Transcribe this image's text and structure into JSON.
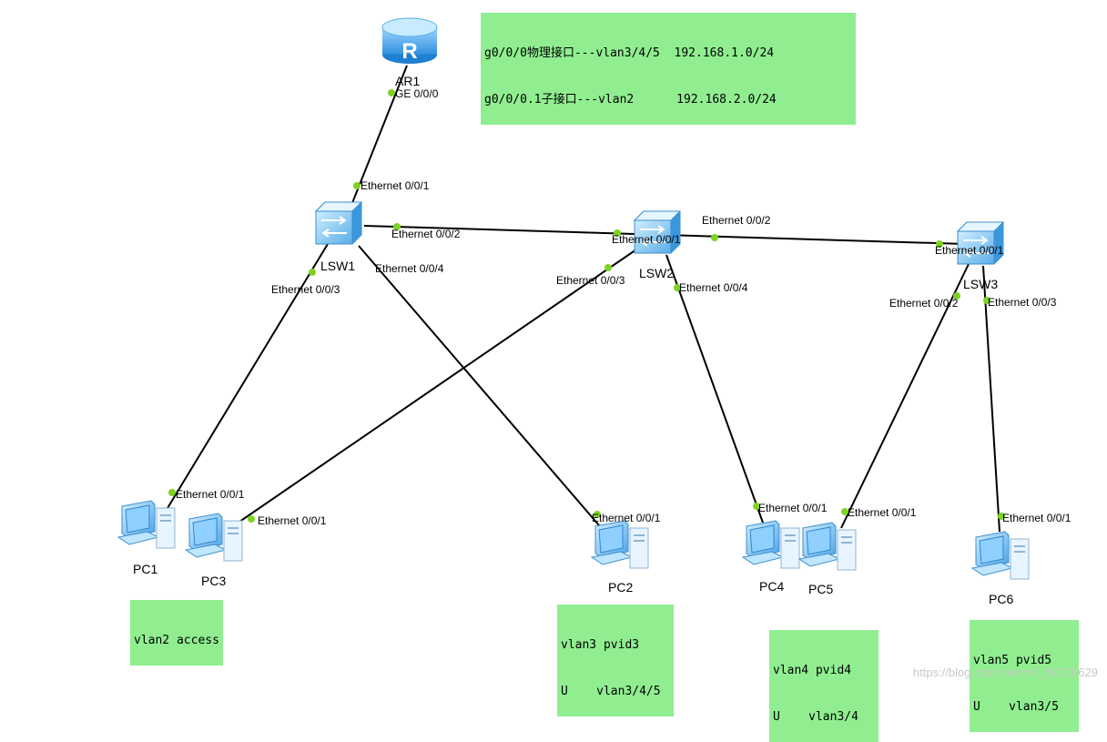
{
  "notes": {
    "router_config": [
      "g0/0/0物理接口---vlan3/4/5  192.168.1.0/24",
      "g0/0/0.1子接口---vlan2      192.168.2.0/24"
    ],
    "pc1_vlan": [
      "vlan2 access"
    ],
    "pc2_vlan": [
      "vlan3 pvid3",
      "U    vlan3/4/5"
    ],
    "pc4_vlan": [
      "vlan4 pvid4",
      "U    vlan3/4"
    ],
    "pc6_vlan": [
      "vlan5 pvid5",
      "U    vlan3/5"
    ]
  },
  "devices": {
    "ar1": "AR1",
    "lsw1": "LSW1",
    "lsw2": "LSW2",
    "lsw3": "LSW3",
    "pc1": "PC1",
    "pc2": "PC2",
    "pc3": "PC3",
    "pc4": "PC4",
    "pc5": "PC5",
    "pc6": "PC6"
  },
  "ports": {
    "ar1_ge000": "GE 0/0/0",
    "lsw1_e001": "Ethernet 0/0/1",
    "lsw1_e002": "Ethernet 0/0/2",
    "lsw1_e003": "Ethernet 0/0/3",
    "lsw1_e004": "Ethernet 0/0/4",
    "lsw2_e001": "Ethernet 0/0/1",
    "lsw2_e002": "Ethernet 0/0/2",
    "lsw2_e003": "Ethernet 0/0/3",
    "lsw2_e004": "Ethernet 0/0/4",
    "lsw3_e001": "Ethernet 0/0/1",
    "lsw3_e002": "Ethernet 0/0/2",
    "lsw3_e003": "Ethernet 0/0/3",
    "pc1_e001": "Ethernet 0/0/1",
    "pc3_e001": "Ethernet 0/0/1",
    "pc2_e001": "Ethernet 0/0/1",
    "pc4_e001": "Ethernet 0/0/1",
    "pc5_e001": "Ethernet 0/0/1",
    "pc6_e001": "Ethernet 0/0/1"
  },
  "watermark": "https://blog.csdn.net/m0_56175629",
  "colors": {
    "note_bg": "#90ee90",
    "port_dot": "#7ed321",
    "link": "#000000",
    "device_blue": "#5aaee8"
  }
}
